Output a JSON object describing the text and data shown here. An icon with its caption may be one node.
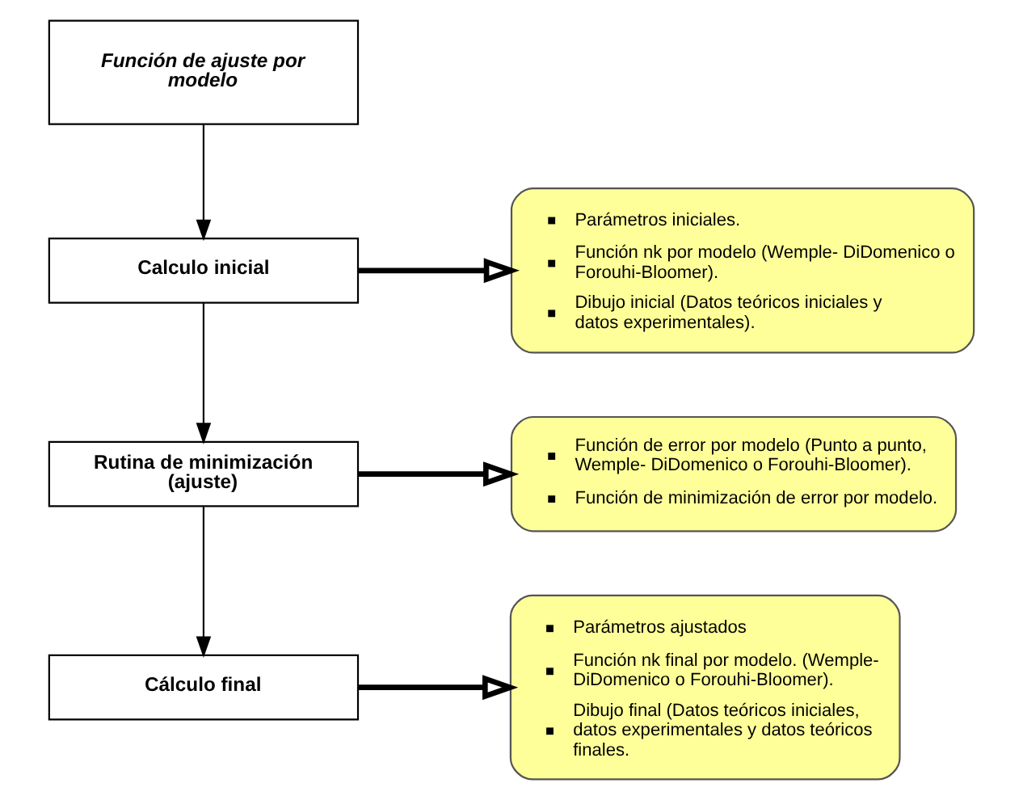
{
  "diagram": {
    "nodes": [
      {
        "text": [
          "Función de ajuste por modelo"
        ]
      },
      {
        "text": [
          "Calculo inicial"
        ]
      },
      {
        "text": [
          "Rutina de minimización (ajuste)"
        ]
      },
      {
        "text": [
          "Cálculo final"
        ]
      },
      {
        "text": [
          "Parámetros iniciales.",
          "Función nk por modelo (Wemple- DiDomenico o Forouhi-Bloomer).",
          "Dibujo inicial (Datos teóricos iniciales y datos experimentales)."
        ]
      },
      {
        "text": [
          "Función de error por modelo (Punto a punto, Wemple- DiDomenico o Forouhi-Bloomer).",
          "Función de minimización de error por modelo."
        ]
      },
      {
        "text": [
          "Parámetros ajustados",
          "Función nk final por modelo. (Wemple- DiDomenico o Forouhi-Bloomer).",
          "Dibujo final (Datos teóricos iniciales, datos experimentales y datos teóricos finales."
        ]
      }
    ],
    "edges": [
      {
        "from": 0,
        "to": 1,
        "arrow": "to"
      },
      {
        "from": 1,
        "to": 2,
        "arrow": "to"
      },
      {
        "from": 2,
        "to": 3,
        "arrow": "to"
      },
      {
        "from": 1,
        "to": 4,
        "arrow": "to",
        "style": "thick"
      },
      {
        "from": 2,
        "to": 5,
        "arrow": "to",
        "style": "thick"
      },
      {
        "from": 3,
        "to": 6,
        "arrow": "to",
        "style": "thick"
      }
    ]
  }
}
